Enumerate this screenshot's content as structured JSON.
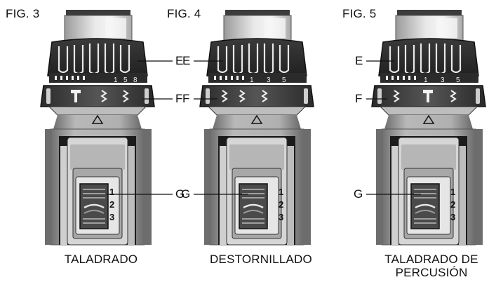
{
  "figures": [
    {
      "fig_label": "FIG. 3",
      "caption_lines": [
        "TALADRADO"
      ],
      "callouts": {
        "collar": "E",
        "ring": "F",
        "switch": "G"
      },
      "ring_numbers": [
        "1",
        "5",
        "8"
      ],
      "switch_numbers": [
        "1",
        "2",
        "3"
      ],
      "icons": [
        "drill-bit-icon",
        "screw-icon",
        "hammer-icon"
      ]
    },
    {
      "fig_label": "FIG. 4",
      "caption_lines": [
        "DESTORNILLADO"
      ],
      "callouts": {
        "collar": "E",
        "ring": "F",
        "switch": "G"
      },
      "ring_numbers": [
        "1",
        "3",
        "5"
      ],
      "switch_numbers": [
        "1",
        "2",
        "3"
      ],
      "icons": [
        "screw-icon",
        "drill-bit-icon",
        "hammer-icon"
      ]
    },
    {
      "fig_label": "FIG. 5",
      "caption_lines": [
        "TALADRADO DE",
        "PERCUSIÓN"
      ],
      "callouts": {
        "collar": "E",
        "ring": "F",
        "switch": "G"
      },
      "ring_numbers": [
        "1",
        "3",
        "5"
      ],
      "switch_numbers": [
        "1",
        "2",
        "3"
      ],
      "icons": [
        "screw-icon",
        "hammer-icon",
        "drill-bit-icon"
      ]
    }
  ],
  "colors": {
    "ink": "#111111",
    "dark_metal": "#4a4a4a",
    "mid_grey": "#8c8c8c",
    "light_grey": "#c8c8c8",
    "pale": "#e6e6e6"
  }
}
